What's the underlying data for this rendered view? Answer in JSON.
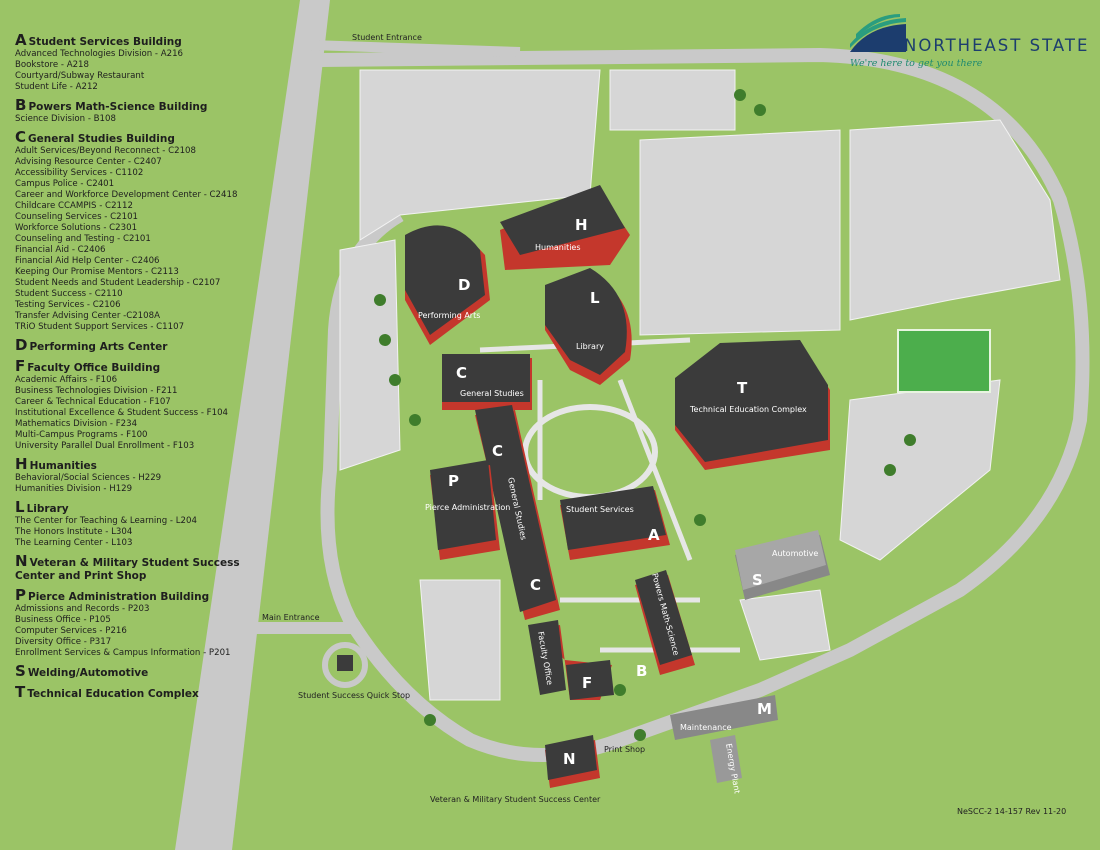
{
  "logo": {
    "name": "NORTHEAST STATE",
    "tagline": "We're here to get you there"
  },
  "legend": [
    {
      "letter": "A",
      "title": "Student Services Building",
      "items": [
        "Advanced Technologies Division - A216",
        "Bookstore - A218",
        "Courtyard/Subway Restaurant",
        "Student Life - A212"
      ]
    },
    {
      "letter": "B",
      "title": "Powers Math-Science Building",
      "items": [
        "Science Division - B108"
      ]
    },
    {
      "letter": "C",
      "title": "General Studies Building",
      "items": [
        "Adult Services/Beyond Reconnect - C2108",
        "Advising Resource Center - C2407",
        "Accessibility Services - C1102",
        "Campus Police - C2401",
        "Career and Workforce Development Center - C2418",
        "Childcare CCAMPIS - C2112",
        "Counseling Services - C2101",
        "Workforce Solutions - C2301",
        "Counseling and Testing - C2101",
        "Financial Aid - C2406",
        "Financial Aid Help Center - C2406",
        "Keeping Our Promise Mentors - C2113",
        "Student Needs and Student Leadership - C2107",
        "Student Success - C2110",
        "Testing Services - C2106",
        "Transfer Advising Center -C2108A",
        "TRiO Student Support Services - C1107"
      ]
    },
    {
      "letter": "D",
      "title": "Performing Arts Center",
      "items": []
    },
    {
      "letter": "F",
      "title": "Faculty Office Building",
      "items": [
        "Academic Affairs - F106",
        "Business Technologies Division - F211",
        "Career & Technical Education - F107",
        "Institutional Excellence  & Student Success - F104",
        "Mathematics Division - F234",
        "Multi-Campus Programs - F100",
        "University Parallel Dual Enrollment - F103"
      ]
    },
    {
      "letter": "H",
      "title": "Humanities",
      "items": [
        "Behavioral/Social Sciences - H229",
        "Humanities Division - H129"
      ]
    },
    {
      "letter": "L",
      "title": "Library",
      "items": [
        "The Center for Teaching & Learning - L204",
        "The Honors Institute - L304",
        "The Learning Center - L103"
      ]
    },
    {
      "letter": "N",
      "title": "Veteran & Military Student Success Center and Print Shop",
      "items": []
    },
    {
      "letter": "P",
      "title": "Pierce Administration Building",
      "items": [
        "Admissions and Records - P203",
        "Business Office - P105",
        "Computer Services - P216",
        "Diversity Office - P317",
        "Enrollment Services  & Campus Information - P201"
      ]
    },
    {
      "letter": "S",
      "title": "Welding/Automotive",
      "items": []
    },
    {
      "letter": "T",
      "title": "Technical Education Complex",
      "items": []
    }
  ],
  "map": {
    "roads": {
      "student_entrance": "Student Entrance",
      "main_entrance": "Main Entrance"
    },
    "buildings": {
      "H": {
        "letter": "H",
        "name": "Humanities"
      },
      "D": {
        "letter": "D",
        "name": "Performing Arts"
      },
      "L": {
        "letter": "L",
        "name": "Library"
      },
      "C1": {
        "letter": "C",
        "name": "General Studies"
      },
      "C2": {
        "letter": "C",
        "name": "General Studies"
      },
      "C3": {
        "letter": "C"
      },
      "T": {
        "letter": "T",
        "name": "Technical Education Complex"
      },
      "P": {
        "letter": "P",
        "name": "Pierce Administration"
      },
      "A": {
        "letter": "A",
        "name": "Student Services"
      },
      "B": {
        "letter": "B",
        "name": "Powers Math-Science"
      },
      "F": {
        "letter": "F",
        "name": "Faculty Office"
      },
      "S": {
        "letter": "S",
        "name": "Automotive"
      },
      "M": {
        "letter": "M",
        "name": "Maintenance"
      },
      "E": {
        "name": "Energy Plant"
      },
      "N": {
        "letter": "N",
        "name": "Print Shop"
      },
      "V": {
        "name": "Veteran & Military Student Success Center"
      },
      "Q": {
        "name": "Student Success Quick Stop"
      }
    }
  },
  "footer": "NeSCC-2 14-157 Rev 11-20",
  "colors": {
    "grass": "#9bc466",
    "road": "#c9c9c9",
    "building": "#3b3b3b",
    "brick": "#c4372c",
    "brand_navy": "#1c3d6e",
    "brand_teal": "#1f8a70"
  }
}
